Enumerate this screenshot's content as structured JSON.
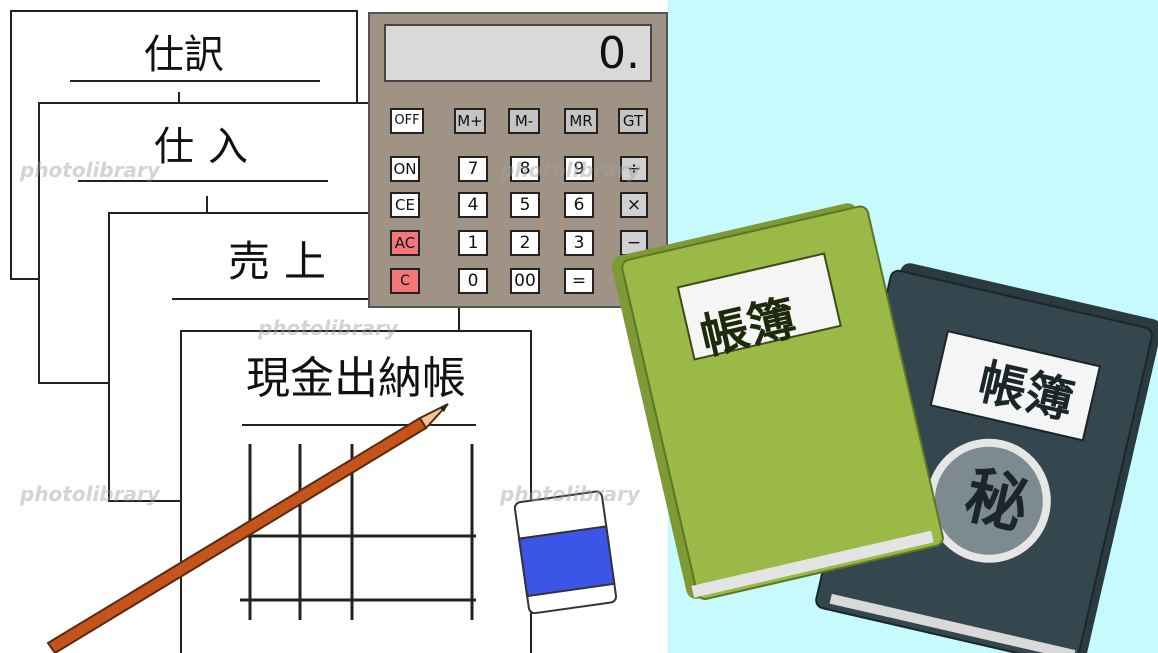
{
  "sheets": {
    "journal_title": "仕訳",
    "purchase_title": "仕入",
    "sales_title": "売上",
    "cashbook_title": "現金出納帳"
  },
  "calculator": {
    "display": "0.",
    "keys": {
      "off": "OFF",
      "m_plus": "M+",
      "m_minus": "M-",
      "mr": "MR",
      "gt": "GT",
      "on": "ON",
      "k7": "7",
      "k8": "8",
      "k9": "9",
      "div": "÷",
      "ce": "CE",
      "k4": "4",
      "k5": "5",
      "k6": "6",
      "mul": "×",
      "ac": "AC",
      "k1": "1",
      "k2": "2",
      "k3": "3",
      "minus": "−",
      "c": "C",
      "k0": "0",
      "k00": "00",
      "eq": "="
    }
  },
  "books": {
    "green_label": "帳簿",
    "navy_label": "帳簿",
    "navy_seal": "秘"
  },
  "watermark": "photolibrary",
  "colors": {
    "background": "#c6fafd",
    "calculator_body": "#a09385",
    "green_book": "#9ab947",
    "navy_book": "#34474f",
    "red_key": "#f3777a",
    "eraser_sleeve": "#3b55e6",
    "pencil": "#c5541c"
  }
}
